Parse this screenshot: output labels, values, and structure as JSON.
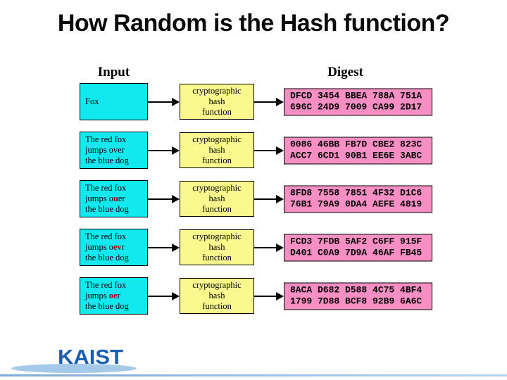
{
  "title": "How Random is the Hash function?",
  "headers": {
    "input": "Input",
    "digest": "Digest"
  },
  "hash_box": {
    "line1": "cryptographic",
    "line2": "hash",
    "line3": "function"
  },
  "rows": [
    {
      "input": {
        "line1": "Fox",
        "line2_pre": "",
        "line2_red": "",
        "line2_post": "",
        "line3": ""
      },
      "digest_line1": "DFCD 3454 BBEA 788A 751A",
      "digest_line2": "696C 24D9 7009 CA99 2D17"
    },
    {
      "input": {
        "line1": "The red fox",
        "line2_pre": "jumps over",
        "line2_red": "",
        "line2_post": "",
        "line3": "the blue dog"
      },
      "digest_line1": "0086 46BB FB7D CBE2 823C",
      "digest_line2": "ACC7 6CD1 90B1 EE6E 3ABC"
    },
    {
      "input": {
        "line1": "The red fox",
        "line2_pre": "jumps o",
        "line2_red": "u",
        "line2_post": "er",
        "line3": "the blue dog"
      },
      "digest_line1": "8FD8 7558 7851 4F32 D1C6",
      "digest_line2": "76B1 79A9 0DA4 AEFE 4819"
    },
    {
      "input": {
        "line1": "The red fox",
        "line2_pre": "jumps o",
        "line2_red": "ev",
        "line2_post": "r",
        "line3": "the blue dog"
      },
      "digest_line1": "FCD3 7FDB 5AF2 C6FF 915F",
      "digest_line2": "D401 C0A9 7D9A 46AF FB45"
    },
    {
      "input": {
        "line1": "The red fox",
        "line2_pre": "jumps ",
        "line2_red": "oe",
        "line2_post": "r",
        "line3": "the blue dog"
      },
      "digest_line1": "8ACA D682 D588 4C75 4BF4",
      "digest_line2": "1799 7D88 BCF8 92B9 6A6C"
    }
  ],
  "footer": {
    "logo_text": "KAIST"
  },
  "colors": {
    "input_box": "#11E9EF",
    "hash_box": "#F9F98D",
    "digest_box": "#F78FC5",
    "highlight": "#B00000",
    "logo_blue": "#1A5FB4",
    "swoosh": "#A5C9E9"
  }
}
